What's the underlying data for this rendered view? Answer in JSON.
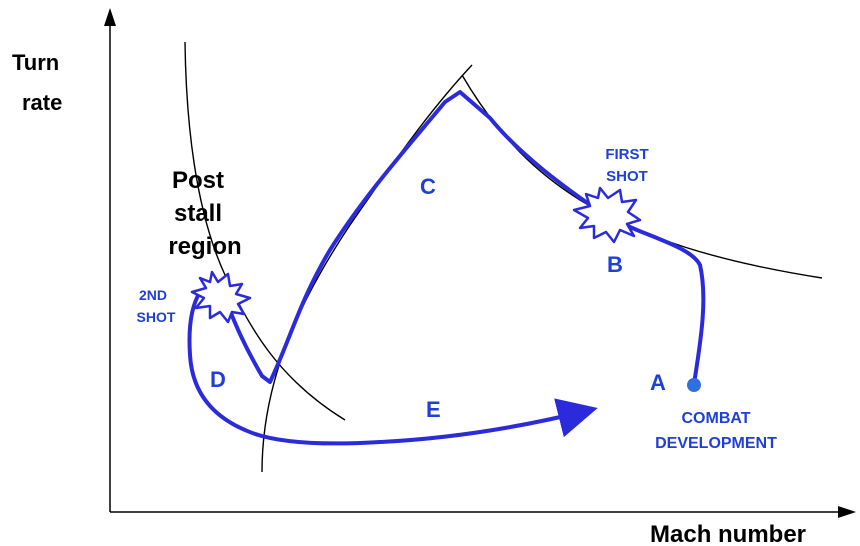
{
  "axes": {
    "y_label_line1": "Turn",
    "y_label_line2": "rate",
    "x_label": "Mach number"
  },
  "region": {
    "line1": "Post",
    "line2": "stall",
    "line3": "region"
  },
  "points": {
    "a": "A",
    "b": "B",
    "c": "C",
    "d": "D",
    "e": "E"
  },
  "shots": {
    "first_line1": "FIRST",
    "first_line2": "SHOT",
    "second_line1": "2ND",
    "second_line2": "SHOT"
  },
  "combat": {
    "line1": "COMBAT",
    "line2": "DEVELOPMENT"
  },
  "colors": {
    "path": "#2b2bdc",
    "label_blue": "#1f3fd6",
    "start_dot": "#2f6fe0"
  }
}
